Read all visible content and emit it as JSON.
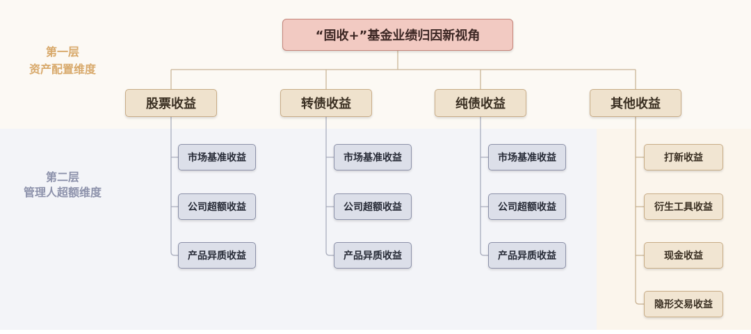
{
  "title": "“固收+”基金业绩归因新视角",
  "layers": [
    {
      "name": "第一层",
      "dimension": "资产配置维度"
    },
    {
      "name": "第二层",
      "dimension": "管理人超额维度"
    }
  ],
  "categories": [
    {
      "label": "股票收益",
      "children": [
        "市场基准收益",
        "公司超额收益",
        "产品异质收益"
      ]
    },
    {
      "label": "转债收益",
      "children": [
        "市场基准收益",
        "公司超额收益",
        "产品异质收益"
      ]
    },
    {
      "label": "纯债收益",
      "children": [
        "市场基准收益",
        "公司超额收益",
        "产品异质收益"
      ]
    },
    {
      "label": "其他收益",
      "children": [
        "打新收益",
        "衍生工具收益",
        "现金收益",
        "隐形交易收益"
      ]
    }
  ],
  "colors": {
    "root_fill": "#f2cac2",
    "root_border": "#c4857a",
    "category_fill": "#efe2cd",
    "category_border": "#c8ac86",
    "child_fill": "#dcdfe9",
    "child_border": "#8b90a8",
    "other_child_fill": "#f1e5d2",
    "layer1_label": "#d8a96b",
    "layer2_label": "#8d92ab"
  }
}
